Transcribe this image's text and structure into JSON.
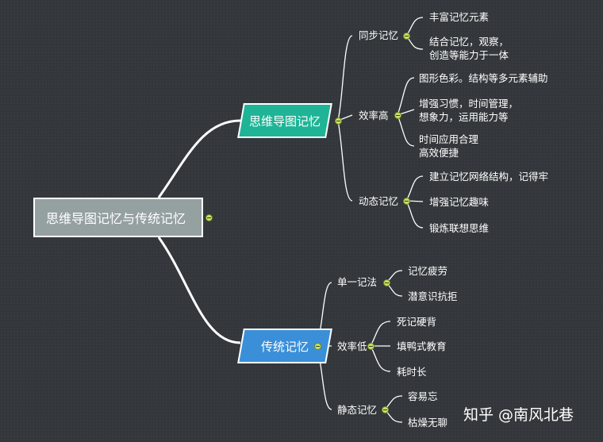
{
  "root": {
    "label": "思维导图记忆与传统记忆"
  },
  "branches": [
    {
      "label": "思维导图记忆",
      "color": "#1fb496",
      "groups": [
        {
          "label": "同步记忆",
          "items": [
            "丰富记忆元素",
            "结合记忆，观察，\n创造等能力于一体"
          ]
        },
        {
          "label": "效率高",
          "items": [
            "图形色彩。结构等多元素辅助",
            "增强习惯，时间管理，\n想象力，运用能力等",
            "时间应用合理\n高效便捷"
          ]
        },
        {
          "label": "动态记忆",
          "items": [
            "建立记忆网络结构，记得牢",
            "增强记忆趣味",
            "锻炼联想思维"
          ]
        }
      ]
    },
    {
      "label": "传统记忆",
      "color": "#3a8fd8",
      "groups": [
        {
          "label": "单一记法",
          "items": [
            "记忆疲劳",
            "潜意识抗拒"
          ]
        },
        {
          "label": "效率低",
          "items": [
            "死记硬背",
            "填鸭式教育",
            "耗时长"
          ]
        },
        {
          "label": "静态记忆",
          "items": [
            "容易忘",
            "枯燥无聊"
          ]
        }
      ]
    }
  ],
  "watermark": "知乎 @南风北巷"
}
